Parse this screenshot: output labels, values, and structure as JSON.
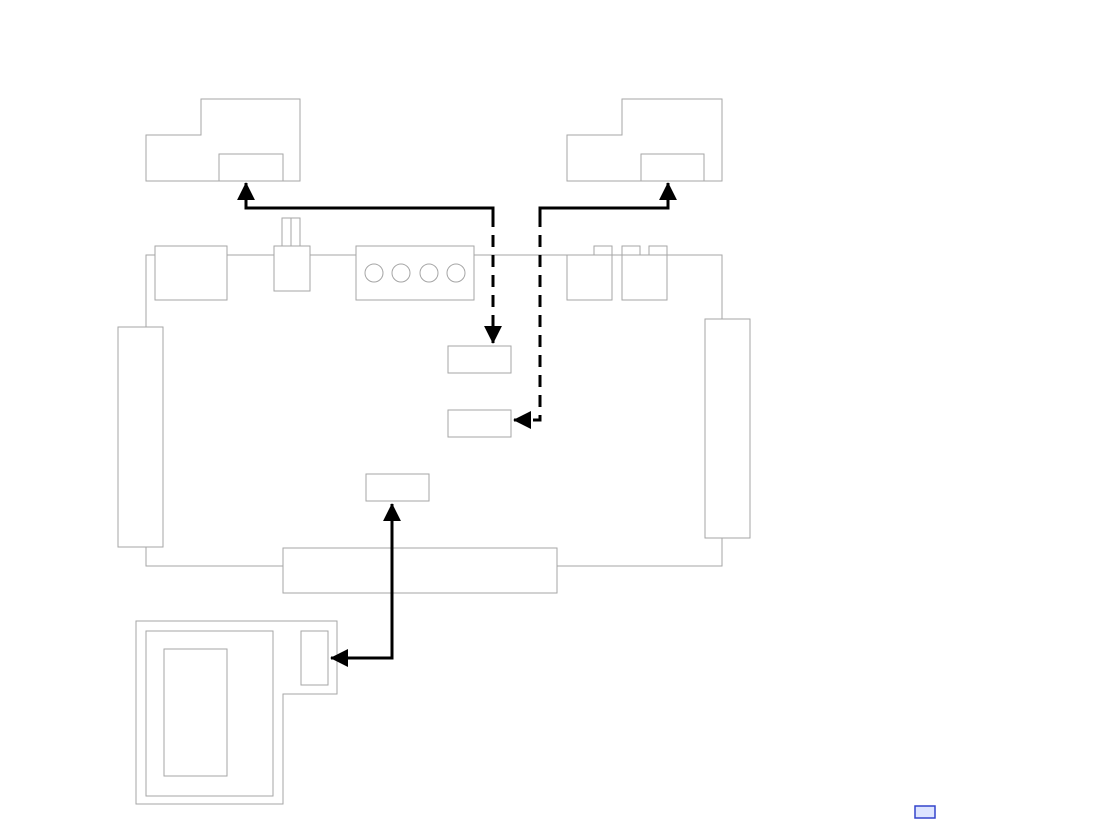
{
  "diagram": {
    "colors": {
      "outline": "#a6a6a6",
      "connector": "#000000",
      "corner_marker_fill": "#dde4ff",
      "corner_marker_stroke": "#3344cc"
    },
    "connections": [
      {
        "name": "top-left-connection",
        "from": "main-board-upper-socket",
        "to": "top-left-module-socket",
        "style": "solid-to-dashed",
        "direction": "bidirectional"
      },
      {
        "name": "top-right-connection",
        "from": "main-board-lower-socket",
        "to": "top-right-module-socket",
        "style": "solid-to-dashed",
        "direction": "bidirectional"
      },
      {
        "name": "bottom-connection",
        "from": "main-board-bottom-socket",
        "to": "bottom-module-socket",
        "style": "solid",
        "direction": "bidirectional"
      }
    ]
  }
}
